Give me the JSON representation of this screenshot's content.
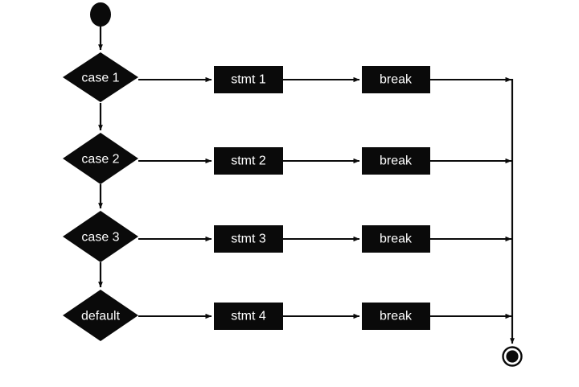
{
  "diagram": {
    "title": "switch statement activity diagram",
    "type": "flowchart",
    "colors": {
      "shape_fill": "#0a0a0a",
      "label_text": "#ffffff",
      "edge": "#0a0a0a",
      "background": "#ffffff"
    },
    "start_node": {
      "name": "initial-state",
      "shape": "filled-circle"
    },
    "end_node": {
      "name": "final-state",
      "shape": "circle-in-ring"
    },
    "branches": [
      {
        "condition": "case 1",
        "statement": "stmt 1",
        "terminator": "break"
      },
      {
        "condition": "case 2",
        "statement": "stmt 2",
        "terminator": "break"
      },
      {
        "condition": "case 3",
        "statement": "stmt 3",
        "terminator": "break"
      },
      {
        "condition": "default",
        "statement": "stmt 4",
        "terminator": "break"
      }
    ]
  }
}
